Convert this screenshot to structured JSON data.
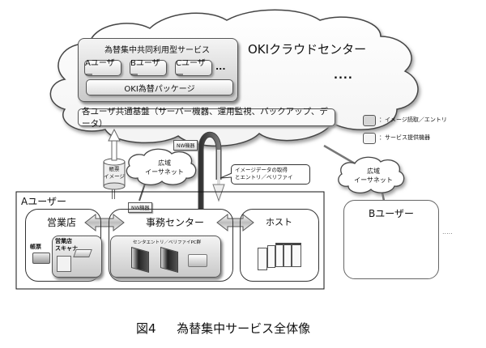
{
  "cloud_center": {
    "title": "OKIクラウドセンター",
    "ellipsis": "....",
    "service_group": {
      "title": "為替集中共同利用型サービス",
      "users": [
        "Aユーザー",
        "Bユーザー",
        "Cユーザー"
      ],
      "users_more": "...",
      "package": "OKI為替パッケージ"
    },
    "common_platform": "各ユーザ共通基盤（サーバー機器、運用監視、バックアップ、データ）"
  },
  "legend": {
    "items": [
      {
        "label": "：イメージ読取／エントリ",
        "swatch": "#d6d6d6"
      },
      {
        "label": "：サービス提供機器",
        "swatch": "#f4f4f4"
      }
    ]
  },
  "network": {
    "nw_device": "NW機器",
    "wan_left": [
      "広域",
      "イーサネット"
    ],
    "wan_right": [
      "広域",
      "イーサネット"
    ],
    "voucher_image": [
      "帳票",
      "イメージ"
    ],
    "callout": [
      "イメージデータの取得",
      "とエントリ／ベリファイ"
    ]
  },
  "a_user": {
    "title": "Aユーザー",
    "nw_device": "NW機器",
    "branch": {
      "title": "営業店",
      "voucher": "帳票",
      "scanner": [
        "営業店",
        "スキャナ"
      ]
    },
    "office_center": {
      "title": "事務センター",
      "pc_group": "センタエントリ／ベリファイPC群"
    },
    "host": {
      "title": "ホスト"
    }
  },
  "b_user": {
    "title": "Bユーザー",
    "ellipsis": "....."
  },
  "caption": {
    "figure": "図4",
    "title": "為替集中サービス全体像"
  }
}
